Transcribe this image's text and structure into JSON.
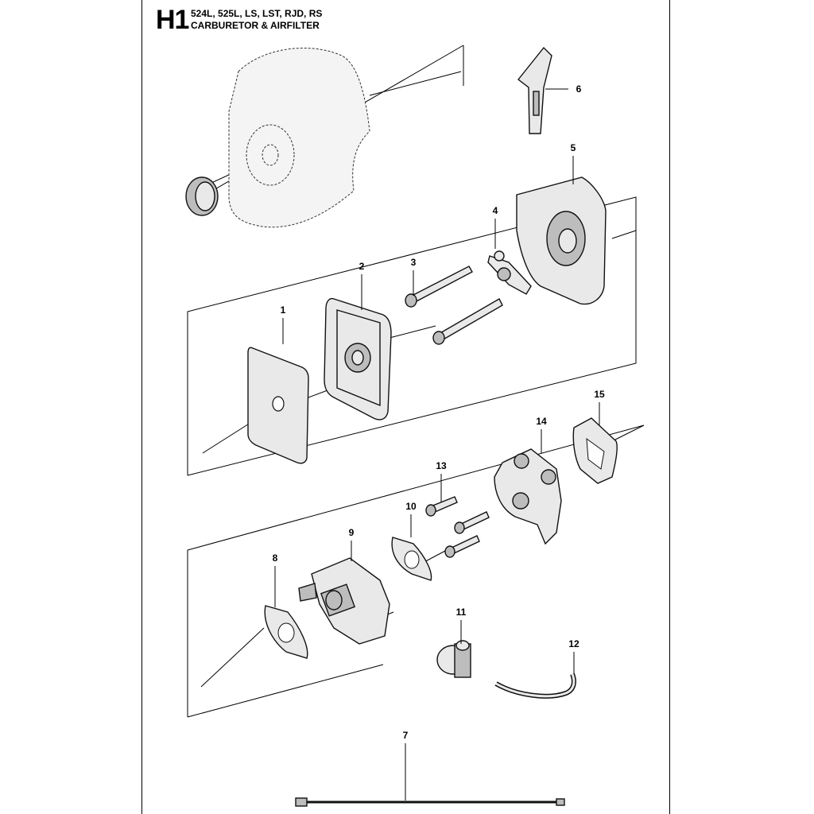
{
  "header": {
    "section_code": "H1",
    "models": "524L, 525L, LS, LST, RJD, RS",
    "title": "CARBURETOR & AIRFILTER"
  },
  "callouts": {
    "p1": "1",
    "p2": "2",
    "p3": "3",
    "p4": "4",
    "p5": "5",
    "p6": "6",
    "p7": "7",
    "p8": "8",
    "p9": "9",
    "p10": "10",
    "p11": "11",
    "p12": "12",
    "p13": "13",
    "p14": "14",
    "p15": "15"
  },
  "colors": {
    "line": "#000000",
    "part_fill": "#e9e9e9",
    "part_shade": "#bdbdbd",
    "background": "#ffffff"
  }
}
